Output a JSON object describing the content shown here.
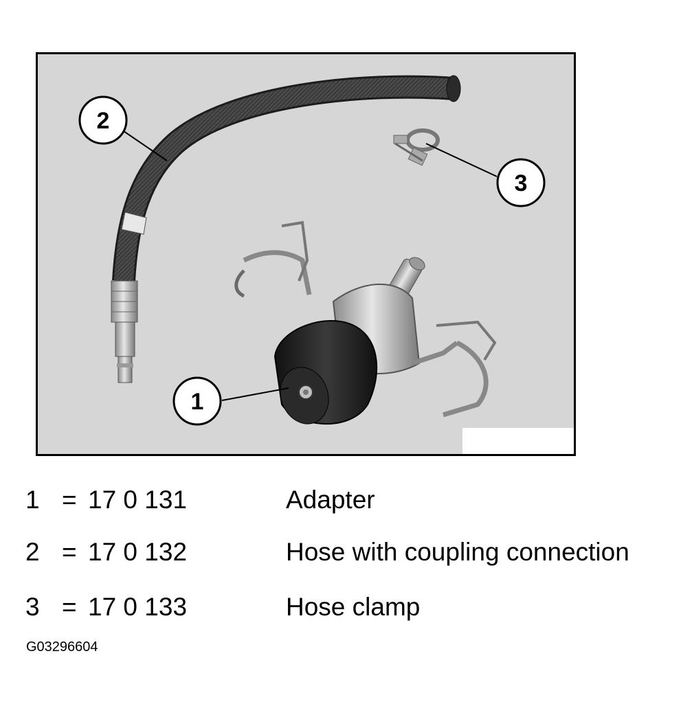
{
  "figure": {
    "description_code": "G03296604",
    "callouts": [
      {
        "number": "1"
      },
      {
        "number": "2"
      },
      {
        "number": "3"
      }
    ]
  },
  "legend": [
    {
      "number": "1",
      "equals": "=",
      "part_no": "17 0 131",
      "description": "Adapter"
    },
    {
      "number": "2",
      "equals": "=",
      "part_no": "17 0 132",
      "description": "Hose with coupling connection"
    },
    {
      "number": "3",
      "equals": "=",
      "part_no": "17 0 133",
      "description": "Hose clamp"
    }
  ],
  "colors": {
    "background": "#ffffff",
    "photo_background": "#d6d6d6",
    "hose": "#3c3c3c",
    "metal": "#b8b8b8",
    "rubber": "#1e1e1e"
  }
}
